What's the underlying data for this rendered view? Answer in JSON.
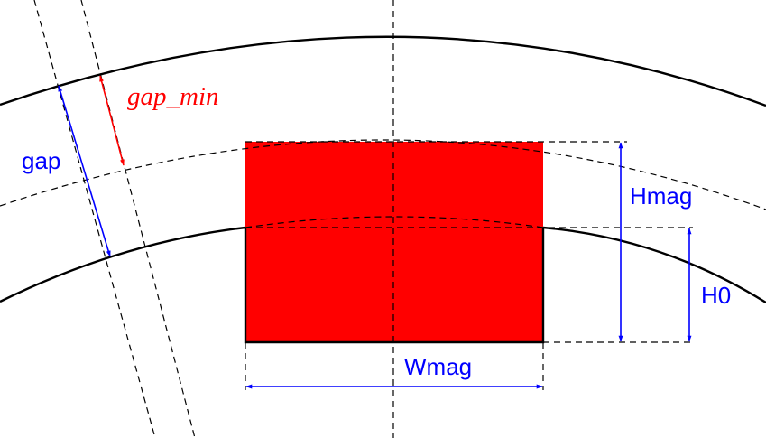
{
  "labels": {
    "gap": "gap",
    "gap_min": "gap_min",
    "hmag": "Hmag",
    "h0": "H0",
    "wmag": "Wmag"
  },
  "colors": {
    "magnet_fill": "#ff0000",
    "dimension_blue": "#0000ff",
    "dimension_red": "#ff0000",
    "outline": "#000000",
    "background": "#ffffff"
  }
}
